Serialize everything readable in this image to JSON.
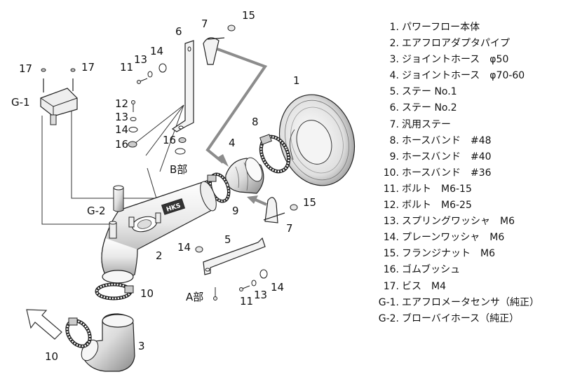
{
  "legend": [
    {
      "num": "1.",
      "text": "パワーフロー本体"
    },
    {
      "num": "2.",
      "text": "エアフロアダプタパイプ"
    },
    {
      "num": "3.",
      "text": "ジョイントホース　φ50"
    },
    {
      "num": "4.",
      "text": "ジョイントホース　φ70-60"
    },
    {
      "num": "5.",
      "text": "ステー No.1"
    },
    {
      "num": "6.",
      "text": "ステー No.2"
    },
    {
      "num": "7.",
      "text": "汎用ステー"
    },
    {
      "num": "8.",
      "text": "ホースバンド　#48"
    },
    {
      "num": "9.",
      "text": "ホースバンド　#40"
    },
    {
      "num": "10.",
      "text": "ホースバンド　#36"
    },
    {
      "num": "11.",
      "text": "ボルト　M6-15"
    },
    {
      "num": "12.",
      "text": "ボルト　M6-25"
    },
    {
      "num": "13.",
      "text": "スプリングワッシャ　M6"
    },
    {
      "num": "14.",
      "text": "プレーンワッシャ　M6"
    },
    {
      "num": "15.",
      "text": "フランジナット　M6"
    },
    {
      "num": "16.",
      "text": "ゴムブッシュ"
    },
    {
      "num": "17.",
      "text": "ビス　M4"
    },
    {
      "num": "G-1.",
      "text": "エアフロメータセンサ（純正）"
    },
    {
      "num": "G-2.",
      "text": "ブローバイホース（純正）"
    }
  ],
  "callouts": {
    "c1": "1",
    "c2": "2",
    "c3": "3",
    "c4": "4",
    "c5": "5",
    "c6": "6",
    "c7a": "7",
    "c7b": "7",
    "c8": "8",
    "c9": "9",
    "c10a": "10",
    "c10b": "10",
    "c11a": "11",
    "c11b": "11",
    "c12": "12",
    "c13a": "13",
    "c13b": "13",
    "c13c": "13",
    "c14a": "14",
    "c14b": "14",
    "c14c": "14",
    "c14d": "14",
    "c15a": "15",
    "c15b": "15",
    "c16a": "16",
    "c16b": "16",
    "c17a": "17",
    "c17b": "17",
    "g1": "G-1",
    "g2": "G-2",
    "partA": "A部",
    "partB": "B部"
  },
  "pipe_logo": "HKS"
}
